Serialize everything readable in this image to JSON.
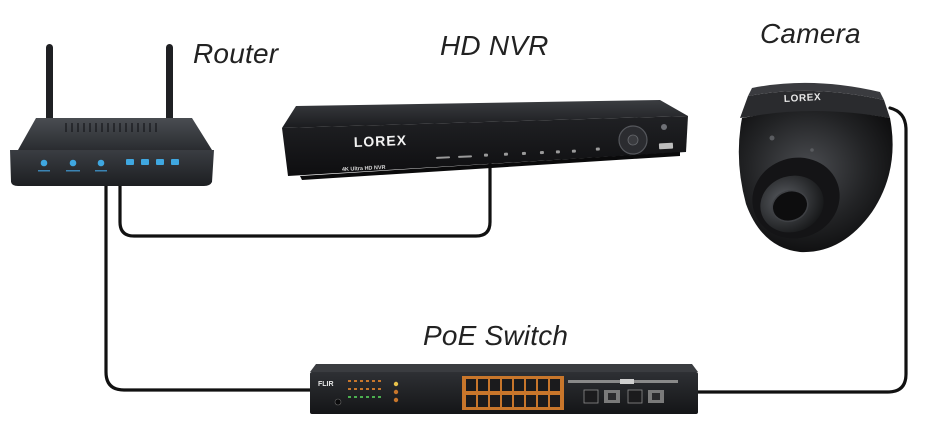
{
  "diagram": {
    "labels": {
      "router": "Router",
      "nvr": "HD NVR",
      "camera": "Camera",
      "switch": "PoE Switch"
    },
    "device_text": {
      "nvr_brand": "LOREX",
      "nvr_model": "4K Ultra HD NVR",
      "camera_brand": "LOREX",
      "switch_brand": "FLIR"
    },
    "connections": [
      {
        "from": "router",
        "to": "nvr"
      },
      {
        "from": "router",
        "to": "switch"
      },
      {
        "from": "switch",
        "to": "camera"
      }
    ],
    "colors": {
      "cable": "#111111",
      "device_body": "#1c1c1e",
      "port_orange": "#c8762b",
      "led_blue": "#3fa7e0"
    }
  }
}
